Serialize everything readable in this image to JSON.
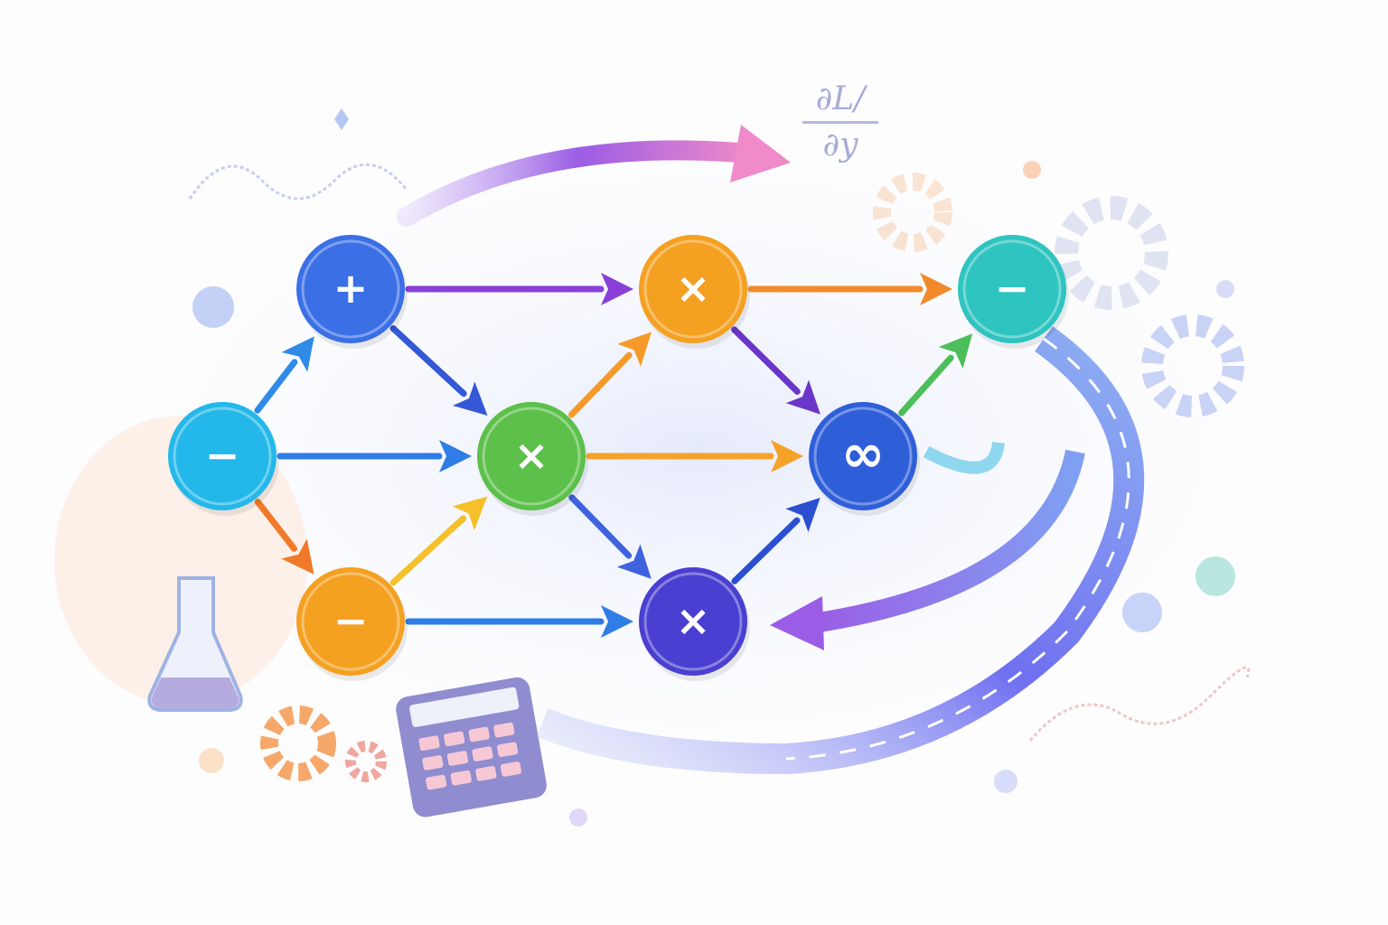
{
  "formula": {
    "numerator": "∂L/",
    "denominator": "∂y"
  },
  "nodes": [
    {
      "id": "plus",
      "symbol": "+",
      "color": "#3a6fe6"
    },
    {
      "id": "mul-top",
      "symbol": "×",
      "color": "#f4a021"
    },
    {
      "id": "minus-right",
      "symbol": "−",
      "color": "#2ec4c0"
    },
    {
      "id": "minus-left",
      "symbol": "−",
      "color": "#24b8ea"
    },
    {
      "id": "mul-center",
      "symbol": "×",
      "color": "#5cc04a"
    },
    {
      "id": "infinity",
      "symbol": "∞",
      "color": "#2f5fd8"
    },
    {
      "id": "minus-bottom",
      "symbol": "−",
      "color": "#f4a021"
    },
    {
      "id": "mul-bottom",
      "symbol": "×",
      "color": "#4a3fd0"
    }
  ],
  "edges": [
    {
      "from": 0,
      "to": 1,
      "color": "#8a3fd6"
    },
    {
      "from": 1,
      "to": 2,
      "color": "#f08a2a"
    },
    {
      "from": 3,
      "to": 0,
      "color": "#2f8ae8"
    },
    {
      "from": 0,
      "to": 4,
      "color": "#3458d6"
    },
    {
      "from": 3,
      "to": 4,
      "color": "#2f7de6"
    },
    {
      "from": 4,
      "to": 1,
      "color": "#f59a2a"
    },
    {
      "from": 1,
      "to": 5,
      "color": "#6a36c8"
    },
    {
      "from": 4,
      "to": 5,
      "color": "#f5a228"
    },
    {
      "from": 5,
      "to": 2,
      "color": "#4cbf5a"
    },
    {
      "from": 3,
      "to": 6,
      "color": "#f07a2a"
    },
    {
      "from": 6,
      "to": 4,
      "color": "#f5c02a"
    },
    {
      "from": 6,
      "to": 7,
      "color": "#2f7de6"
    },
    {
      "from": 4,
      "to": 7,
      "color": "#3f63dc"
    },
    {
      "from": 7,
      "to": 5,
      "color": "#2a4fd0"
    }
  ],
  "colors": {
    "gradient_purple": "#9b5de5",
    "gradient_pink": "#f08ac8",
    "gradient_blue": "#6f8cf0"
  }
}
